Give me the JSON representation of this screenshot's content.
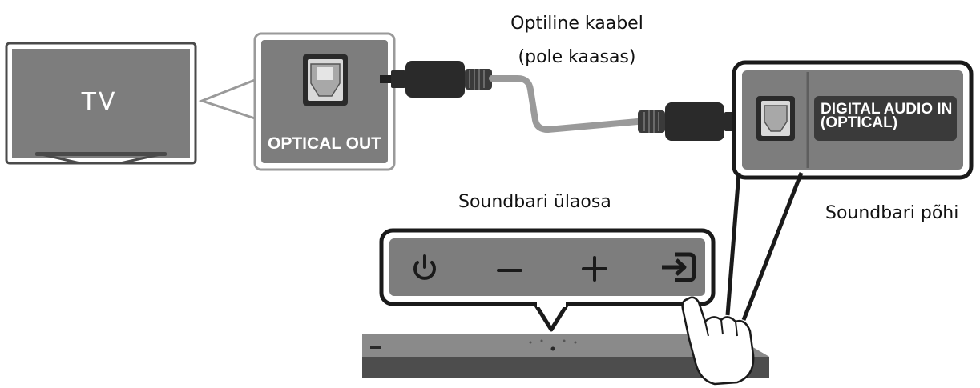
{
  "tv": {
    "label": "TV"
  },
  "tv_port": {
    "label": "OPTICAL OUT"
  },
  "cable": {
    "title": "Optiline kaabel",
    "note": "(pole kaasas)"
  },
  "soundbar_port": {
    "label_line1": "DIGITAL AUDIO IN",
    "label_line2": "(OPTICAL)"
  },
  "soundbar_top": {
    "label": "Soundbari ülaosa",
    "buttons": [
      {
        "icon": "power-icon"
      },
      {
        "icon": "minus-icon"
      },
      {
        "icon": "plus-icon"
      },
      {
        "icon": "source-input-icon"
      }
    ]
  },
  "soundbar_base": {
    "label": "Soundbari põhi"
  },
  "colors": {
    "panel_gray": "#7d7d7d",
    "dark_gray": "#4a4a4a",
    "cable_gray": "#9a9a9a",
    "label_bg": "#3a3a3a"
  }
}
